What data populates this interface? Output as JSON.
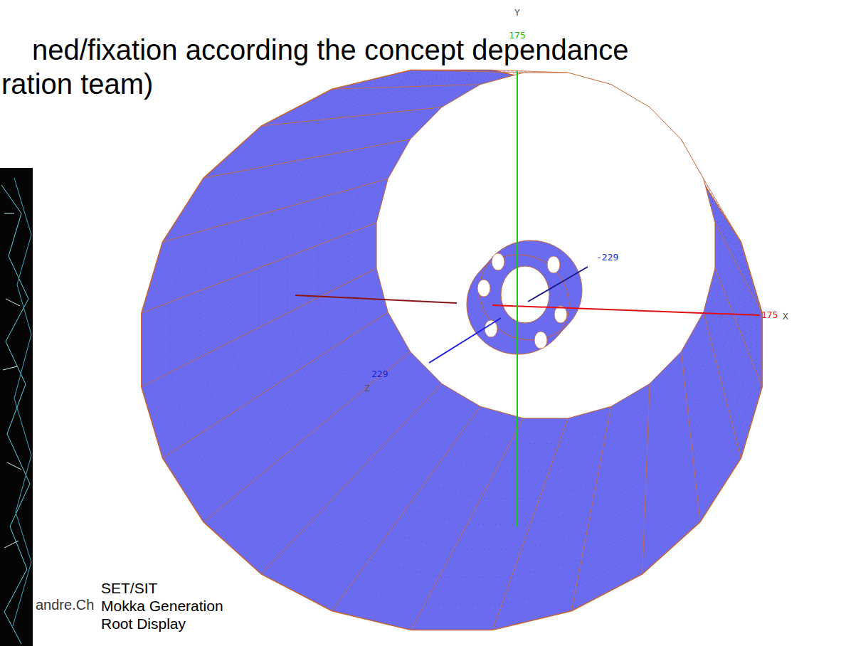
{
  "diagram": {
    "labels": [
      "Y",
      "175",
      "ned/fixation according the concept dependance",
      "ration team)",
      "-229",
      "175",
      "X",
      "229",
      "Z",
      "andre.Ch",
      "SET/SIT",
      "Mokka Generation",
      "Root Display"
    ]
  }
}
